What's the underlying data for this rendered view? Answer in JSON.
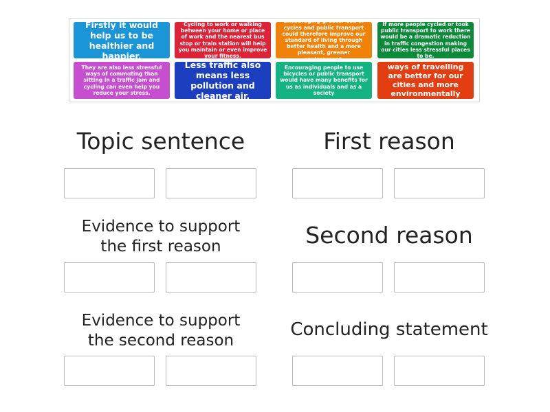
{
  "cards": [
    {
      "text": "Firstly it would help us to be healthier and happier.",
      "color": "#1a95d8"
    },
    {
      "text": "Cycling to work or walking between your home or place of work and the nearest bus stop or train station will help you maintain or even improve your fitness.",
      "color": "#dd2337"
    },
    {
      "text": "Encouraging greater use of cycles and public transport could therefore improve our standard of living through better health and a more pleasant, greener environment.",
      "color": "#f0820a"
    },
    {
      "text": "If more people cycled or took public transport to work there would be a dramatic reduction in traffic congestion making our cities less stressful places to be.",
      "color": "#0b8a3a"
    },
    {
      "text": "They are also less stressful ways of commuting than sitting in a traffic jam and cycling can even help you reduce your stress.",
      "color": "#c64fd0"
    },
    {
      "text": "Less traffic also means less pollution and cleaner air.",
      "color": "#1b3fbf"
    },
    {
      "text": "Encouraging people to use bicycles or public transport would have many benefits for us as individuals and as a society",
      "color": "#14b381"
    },
    {
      "text": "Secondly, these ways of travelling are better for our cities and more environmentally friendly.",
      "color": "#e33d12"
    }
  ],
  "zones": [
    {
      "title": "Topic sentence"
    },
    {
      "title": "First reason"
    },
    {
      "title": "Evidence to support the first reason"
    },
    {
      "title": "Second reason"
    },
    {
      "title": "Evidence to support the second reason"
    },
    {
      "title": "Concluding statement"
    }
  ],
  "zone_titles_split": {
    "evidence_first_line1": "Evidence to support",
    "evidence_first_line2": "the first reason",
    "evidence_second_line1": "Evidence to support",
    "evidence_second_line2": "the second reason"
  }
}
